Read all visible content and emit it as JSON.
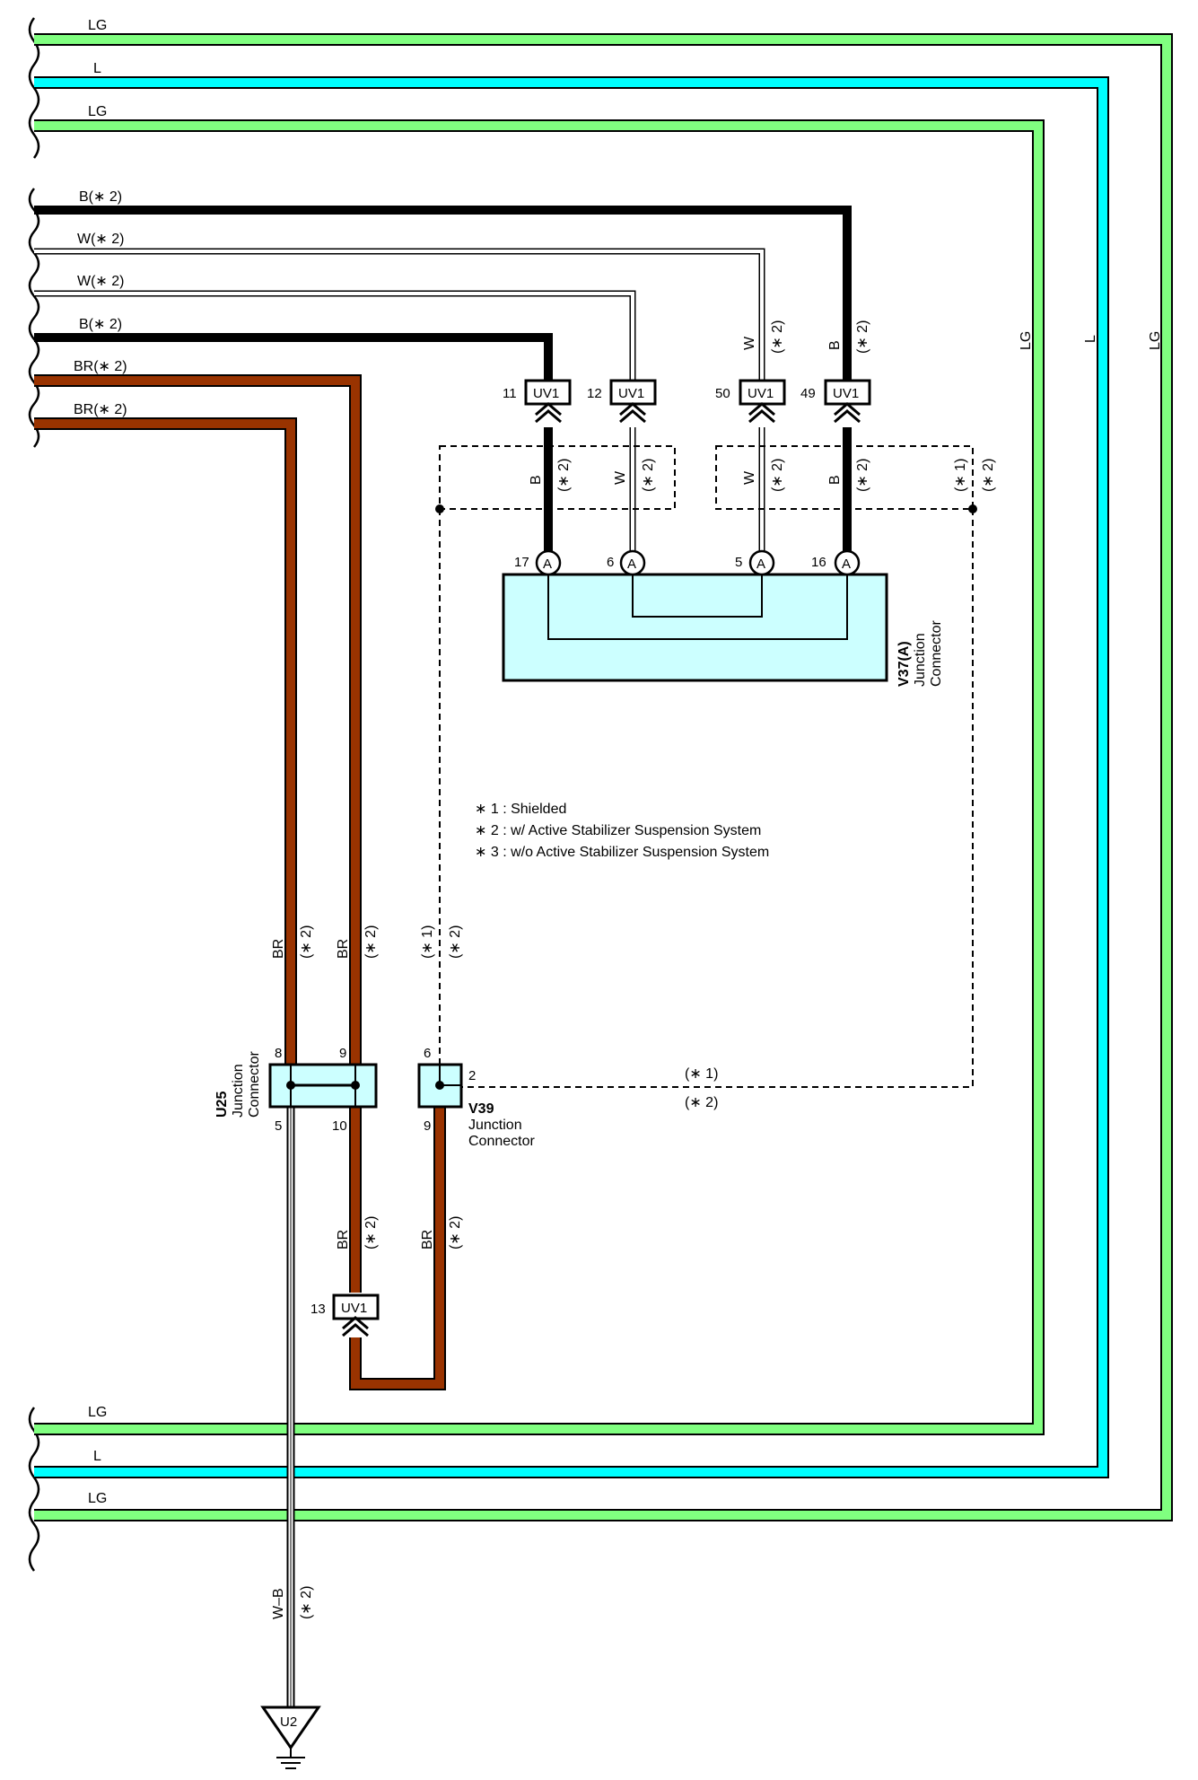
{
  "colors": {
    "LG": "#80ff80",
    "L": "#00ffff",
    "B": "#000000",
    "W": "#ffffff",
    "BR": "#993300",
    "connector_fill": "#ccffff",
    "line": "#000000"
  },
  "left_labels": {
    "lg_top_1": "LG",
    "l_top": "L",
    "lg_top_2": "LG",
    "b_1": "B(∗ 2)",
    "w_1": "W(∗ 2)",
    "w_2": "W(∗ 2)",
    "b_2": "B(∗ 2)",
    "br_1": "BR(∗ 2)",
    "br_2": "BR(∗ 2)",
    "lg_bot_1": "LG",
    "l_bot": "L",
    "lg_bot_2": "LG"
  },
  "right_vertical_labels": {
    "lg_inner": "LG",
    "l": "L",
    "lg_outer": "LG"
  },
  "uv1_terminals": [
    {
      "pin": "11",
      "code": "UV1",
      "color": "B",
      "note": "(∗ 2)"
    },
    {
      "pin": "12",
      "code": "UV1",
      "color": "W",
      "note": "(∗ 2)"
    },
    {
      "pin": "50",
      "code": "UV1",
      "color": "W",
      "note": "(∗ 2)"
    },
    {
      "pin": "49",
      "code": "UV1",
      "color": "B",
      "note": "(∗ 2)"
    }
  ],
  "shield_labels": {
    "s1": "(∗ 1)",
    "s2": "(∗ 2)"
  },
  "v37": {
    "code": "V37(A)",
    "line1": "Junction",
    "line2": "Connector",
    "pin_letter": "A",
    "pins": [
      "17",
      "6",
      "5",
      "16"
    ]
  },
  "notes": [
    "∗ 1 : Shielded",
    "∗ 2 : w/ Active Stabilizer Suspension System",
    "∗ 3 : w/o Active Stabilizer Suspension System"
  ],
  "vertical_wire_labels": {
    "br_u25_left": "BR",
    "br_u25_left_note": "(∗ 2)",
    "br_u25_right": "BR",
    "br_u25_right_note": "(∗ 2)",
    "shield_a": "(∗ 1)",
    "shield_b": "(∗ 2)",
    "br_lower_1": "BR",
    "br_lower_1_note": "(∗ 2)",
    "br_lower_2": "BR",
    "br_lower_2_note": "(∗ 2)",
    "wb": "W–B",
    "wb_note": "(∗ 2)"
  },
  "u25": {
    "code": "U25",
    "line1": "Junction",
    "line2": "Connector",
    "pin_8": "8",
    "pin_9": "9",
    "pin_5": "5",
    "pin_10": "10"
  },
  "v39": {
    "code": "V39",
    "line1": "Junction",
    "line2": "Connector",
    "pin_6": "6",
    "pin_2": "2",
    "pin_9": "9"
  },
  "v39_shield_labels": {
    "s1": "(∗ 1)",
    "s2": "(∗ 2)"
  },
  "uv1_13": {
    "pin": "13",
    "code": "UV1"
  },
  "ground": {
    "code": "U2"
  }
}
